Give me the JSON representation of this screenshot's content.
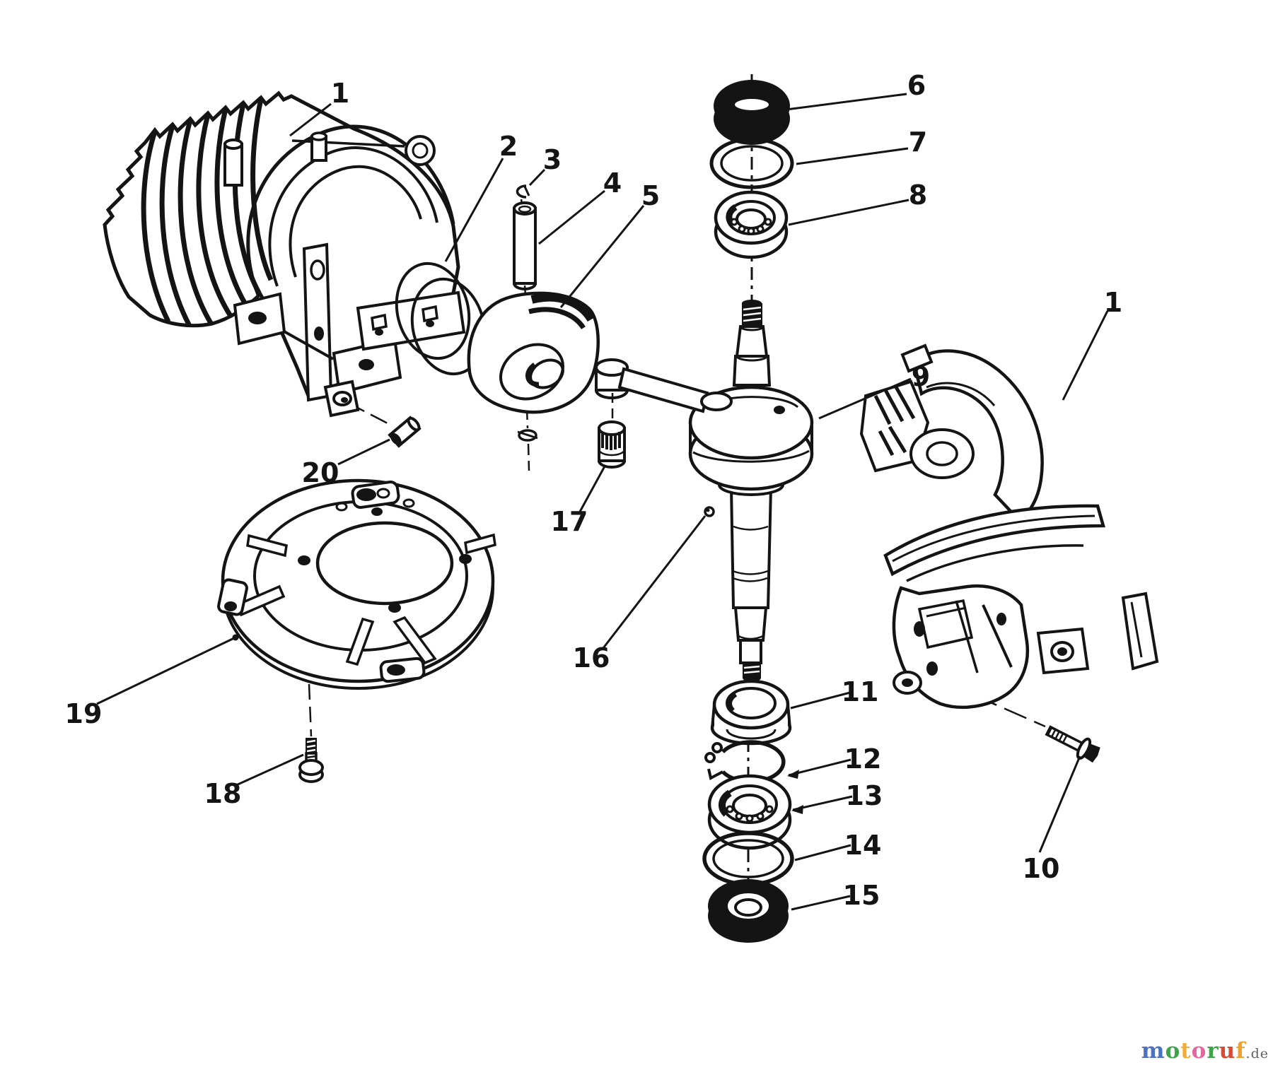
{
  "figure": {
    "kind": "exploded-parts-diagram",
    "background_color": "#ffffff",
    "line_color": "#141414"
  },
  "callouts": [
    {
      "part": "cylinder-block",
      "text": "1"
    },
    {
      "part": "piston-ring-set",
      "text": "2"
    },
    {
      "part": "wrist-pin-retaining-ring",
      "text": "3"
    },
    {
      "part": "wrist-pin",
      "text": "4"
    },
    {
      "part": "piston",
      "text": "5"
    },
    {
      "part": "upper-oil-seal",
      "text": "6"
    },
    {
      "part": "upper-o-ring",
      "text": "7"
    },
    {
      "part": "upper-ball-bearing",
      "text": "8"
    },
    {
      "part": "crankshaft",
      "text": "9"
    },
    {
      "part": "crankcase-muffler-assembly",
      "text": "1"
    },
    {
      "part": "mounting-bolt",
      "text": "10"
    },
    {
      "part": "spacer-collar",
      "text": "11"
    },
    {
      "part": "retaining-clip",
      "text": "12"
    },
    {
      "part": "lower-ball-bearing",
      "text": "13"
    },
    {
      "part": "lower-o-ring",
      "text": "14"
    },
    {
      "part": "lower-oil-seal",
      "text": "15"
    },
    {
      "part": "dowel-ball",
      "text": "16"
    },
    {
      "part": "needle-bearing",
      "text": "17"
    },
    {
      "part": "cover-screw",
      "text": "18"
    },
    {
      "part": "crankcase-cover-plate",
      "text": "19"
    },
    {
      "part": "locating-pin",
      "text": "20"
    }
  ],
  "watermark": {
    "full_text": "motoruf.de",
    "letters": [
      {
        "ch": "m",
        "color": "#4a72c0"
      },
      {
        "ch": "o",
        "color": "#3fa34c"
      },
      {
        "ch": "t",
        "color": "#f0ad3a"
      },
      {
        "ch": "o",
        "color": "#e2679f"
      },
      {
        "ch": "r",
        "color": "#3fa34c"
      },
      {
        "ch": "u",
        "color": "#da4934"
      },
      {
        "ch": "f",
        "color": "#f0a02f"
      }
    ],
    "suffix": ".de",
    "suffix_color": "#606060"
  }
}
